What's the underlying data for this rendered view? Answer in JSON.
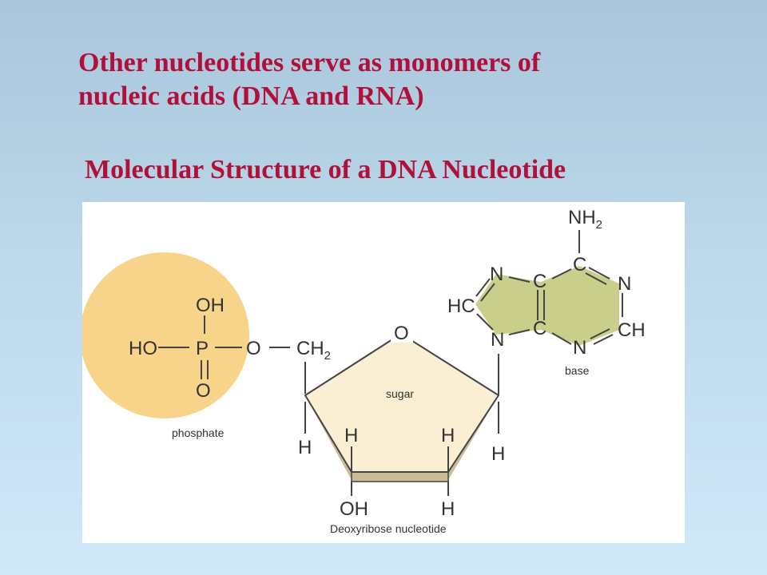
{
  "heading": {
    "line1": "Other nucleotides serve as monomers of",
    "line2": "nucleic acids (DNA and RNA)"
  },
  "subtitle": "Molecular Structure of a DNA Nucleotide",
  "diagram": {
    "phosphate": {
      "caption": "phosphate",
      "oh_top": "OH",
      "ho_left": "HO",
      "p": "P",
      "o_ester": "O",
      "o_double": "O"
    },
    "sugar": {
      "caption": "sugar",
      "ch": "CH",
      "ch_sub": "2",
      "ring_o": "O",
      "h_left": "H",
      "h_inner_left": "H",
      "h_inner_right": "H",
      "h_right": "H",
      "oh_bottom": "OH",
      "h_bottom": "H",
      "footer": "Deoxyribose nucleotide"
    },
    "base": {
      "caption": "base",
      "nh": "NH",
      "nh_sub": "2",
      "c_top": "C",
      "n_right": "N",
      "ch_right": "CH",
      "n_bottom": "N",
      "c_upper_mid": "C",
      "c_lower_mid": "C",
      "n_upper_left": "N",
      "hc_left": "HC",
      "n_glycosidic": "N"
    },
    "colors": {
      "phosphate_fill": "#f8d48a",
      "sugar_fill": "#fbefd3",
      "sugar_edge": "#c9bd98",
      "base_fill": "#c9cf8a",
      "title": "#b0103a"
    }
  }
}
